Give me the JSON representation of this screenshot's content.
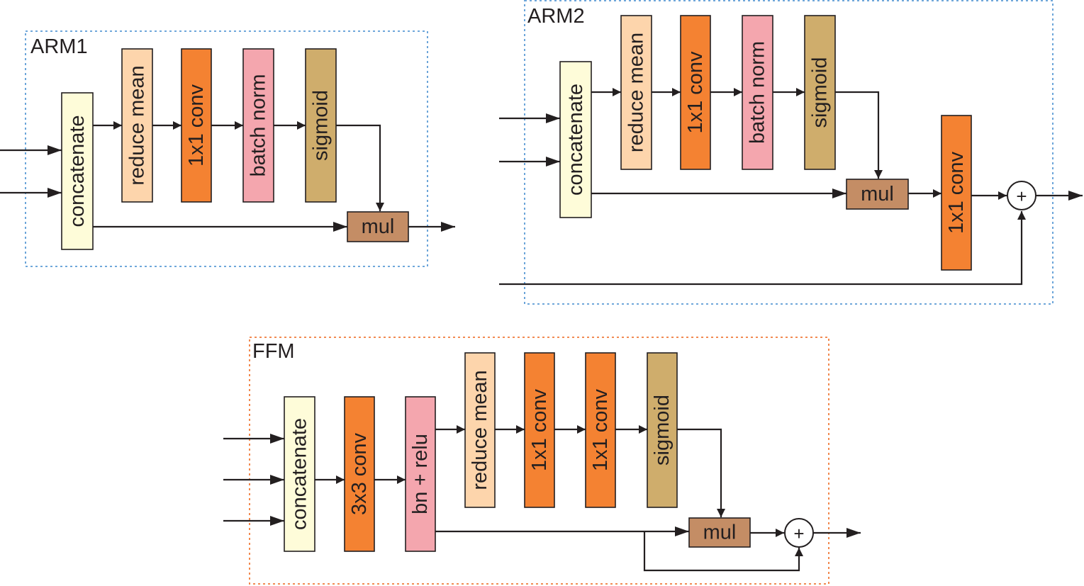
{
  "colors": {
    "concatenate": "#fefcd9",
    "reduce_mean": "#fdd5ac",
    "conv": "#f48232",
    "batch_norm": "#f4a6ae",
    "sigmoid": "#cfad6c",
    "mul": "#c48d65",
    "arm_frame": "#5b9bd5",
    "ffm_frame": "#f07b3a",
    "line": "#231f20"
  },
  "arm1": {
    "title": "ARM1",
    "concatenate": "concatenate",
    "reduce_mean": "reduce mean",
    "conv": "1x1 conv",
    "batch_norm": "batch norm",
    "sigmoid": "sigmoid",
    "mul": "mul"
  },
  "arm2": {
    "title": "ARM2",
    "concatenate": "concatenate",
    "reduce_mean": "reduce mean",
    "conv": "1x1 conv",
    "batch_norm": "batch norm",
    "sigmoid": "sigmoid",
    "mul": "mul",
    "conv2": "1x1 conv",
    "add": "+"
  },
  "ffm": {
    "title": "FFM",
    "concatenate": "concatenate",
    "conv3": "3x3 conv",
    "bn_relu": "bn + relu",
    "reduce_mean": "reduce mean",
    "conv_a": "1x1 conv",
    "conv_b": "1x1 conv",
    "sigmoid": "sigmoid",
    "mul": "mul",
    "add": "+"
  }
}
